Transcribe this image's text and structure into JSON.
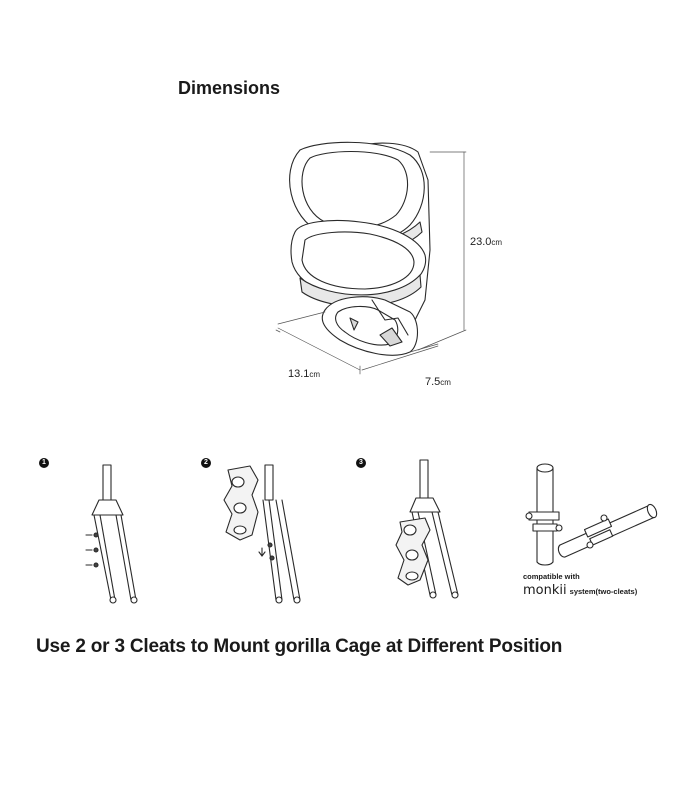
{
  "heading": "Dimensions",
  "dimensions": {
    "height": {
      "value": "23.0",
      "unit": "cm"
    },
    "width": {
      "value": "13.1",
      "unit": "cm"
    },
    "depth": {
      "value": "7.5",
      "unit": "cm"
    }
  },
  "steps": [
    {
      "number": "1"
    },
    {
      "number": "2"
    },
    {
      "number": "3"
    }
  ],
  "compatibility": {
    "line1": "compatible with",
    "brand": "monkii",
    "suffix": "system(two-cleats)"
  },
  "caption": "Use 2 or 3 Cleats to Mount gorilla Cage at Different Position"
}
